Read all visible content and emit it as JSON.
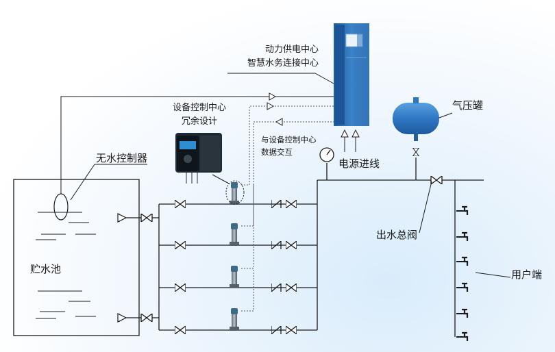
{
  "labels": {
    "power_center_line1": "动力供电中心",
    "power_center_line2": "智慧水务连接中心",
    "device_center_line1": "设备控制中心",
    "device_center_line2": "冗余设计",
    "data_exchange_line1": "与设备控制中心",
    "data_exchange_line2": "数据交互",
    "no_water_controller": "无水控制器",
    "power_inlet": "电源进线",
    "pressure_tank": "气压罐",
    "reservoir": "贮水池",
    "main_outlet_valve": "出水总阀",
    "user_end": "用户端"
  },
  "colors": {
    "pipe": "#1a1a1a",
    "cabinet_blue": "#2f6fb3",
    "tank_blue": "#2f77c4",
    "background_tint": "#e3f0fb"
  },
  "icons": [
    "cabinet-icon",
    "pressure-tank-icon",
    "pressure-gauge-icon",
    "pump-icon",
    "gate-valve-icon",
    "check-valve-icon",
    "faucet-icon",
    "float-sensor-icon",
    "controller-icon"
  ]
}
